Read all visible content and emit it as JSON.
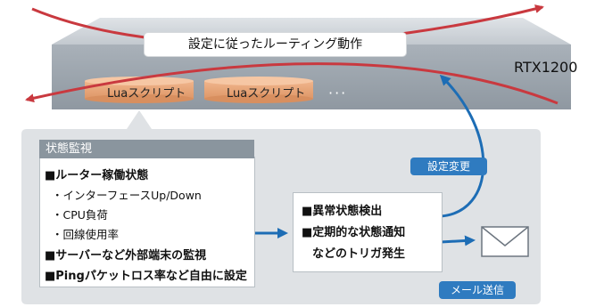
{
  "router": {
    "title": "設定に従ったルーティング動作",
    "name": "RTX1200",
    "lua_scripts": [
      "Luaスクリプト",
      "Luaスクリプト"
    ],
    "ellipsis": "···"
  },
  "monitor": {
    "header": "状態監視",
    "items": [
      "■ルーター稼働状態",
      "・インターフェースUp/Down",
      "・CPU負荷",
      "・回線使用率",
      "■サーバーなど外部端末の監視",
      "■Pingパケットロス率など自由に設定"
    ]
  },
  "detection": {
    "line1": "■異常状態検出",
    "line2": "■定期的な状態通知",
    "line3": "などのトリガ発生"
  },
  "actions": {
    "config_change": "設定変更",
    "send_mail": "メール送信"
  },
  "colors": {
    "route_red": "#c9393f",
    "arrow_blue": "#1d6db5",
    "badge_blue": "#2f7bc0",
    "panel_gray": "#dfe2e5",
    "router_gray": "#a3abb3",
    "lua_orange": "#e8a77a"
  },
  "icons": {
    "mail": "envelope-icon"
  }
}
